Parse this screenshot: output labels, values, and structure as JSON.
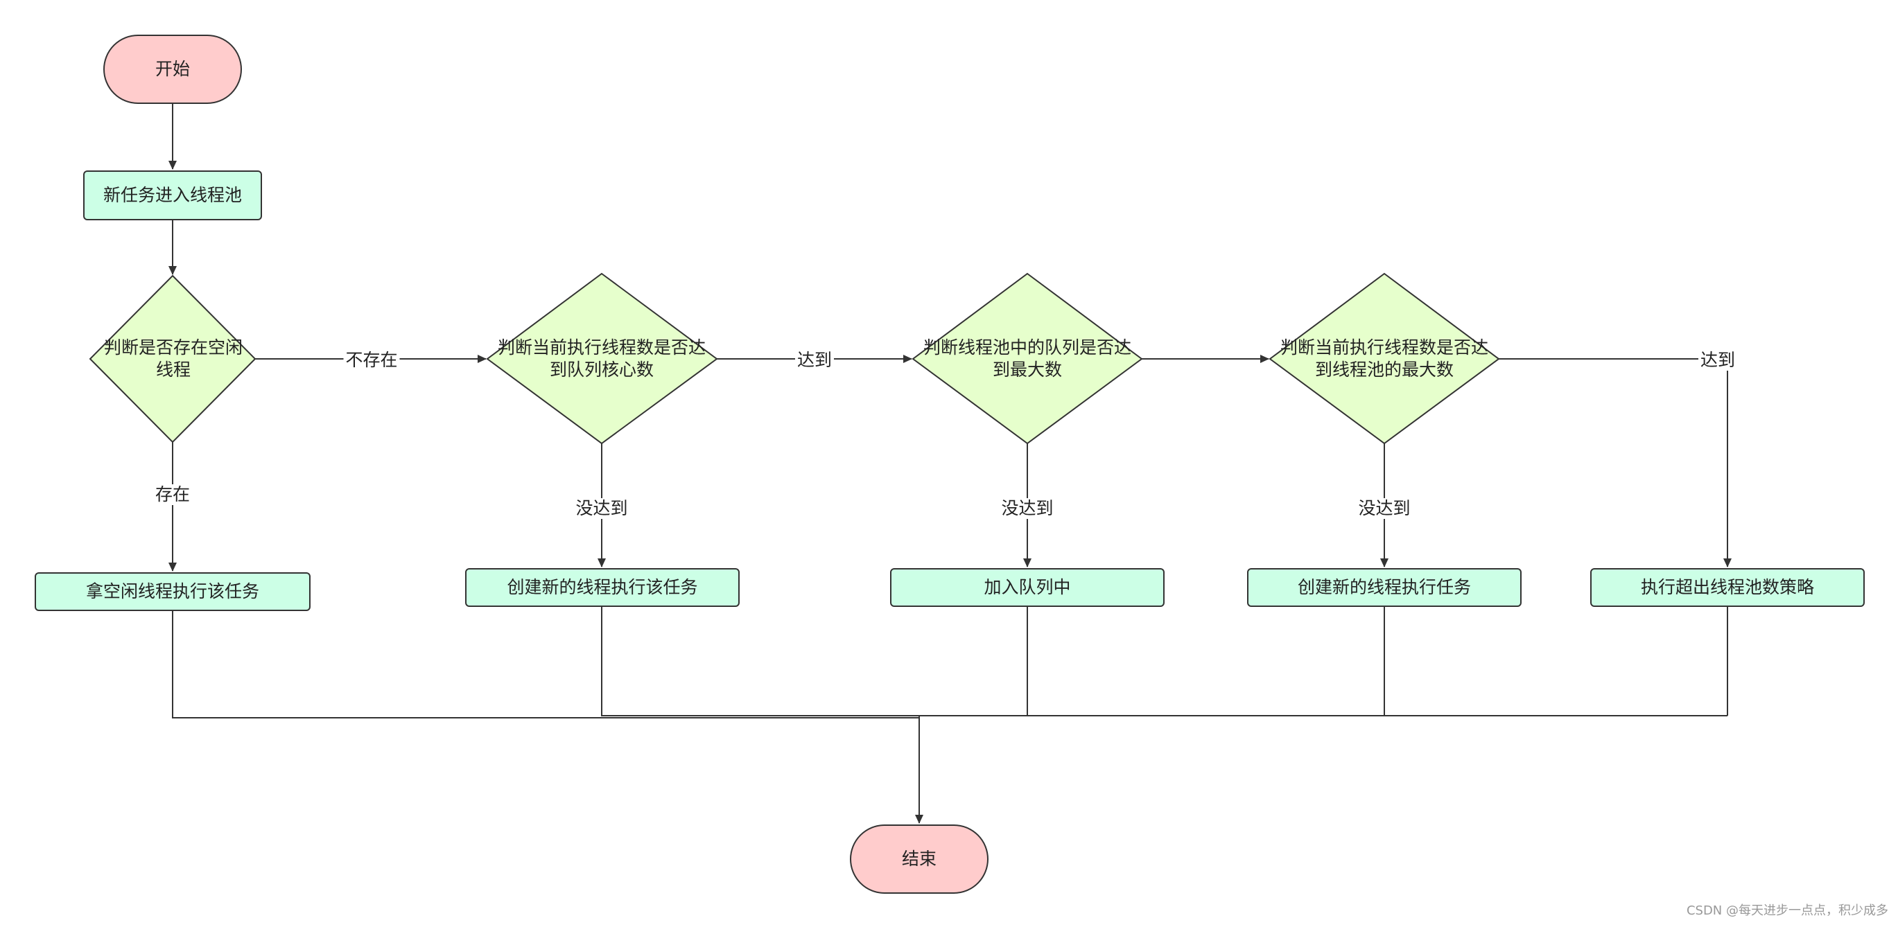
{
  "nodes": {
    "start": "开始",
    "new_task": "新任务进入线程池",
    "d1": "判断是否存在空闲线程",
    "d2": "判断当前执行线程数是否达到队列核心数",
    "d3": "判断线程池中的队列是否达到最大数",
    "d4": "判断当前执行线程数是否达到线程池的最大数",
    "p_idle": "拿空闲线程执行该任务",
    "p_create1": "创建新的线程执行该任务",
    "p_queue": "加入队列中",
    "p_create2": "创建新的线程执行任务",
    "p_policy": "执行超出线程池数策略",
    "end": "结束"
  },
  "edges": {
    "not_exist": "不存在",
    "exist": "存在",
    "reached_1": "达到",
    "not_reached_1": "没达到",
    "not_reached_2": "没达到",
    "reached_3": "达到",
    "not_reached_3": "没达到"
  },
  "watermark": "CSDN @每天进步一点点，积少成多"
}
